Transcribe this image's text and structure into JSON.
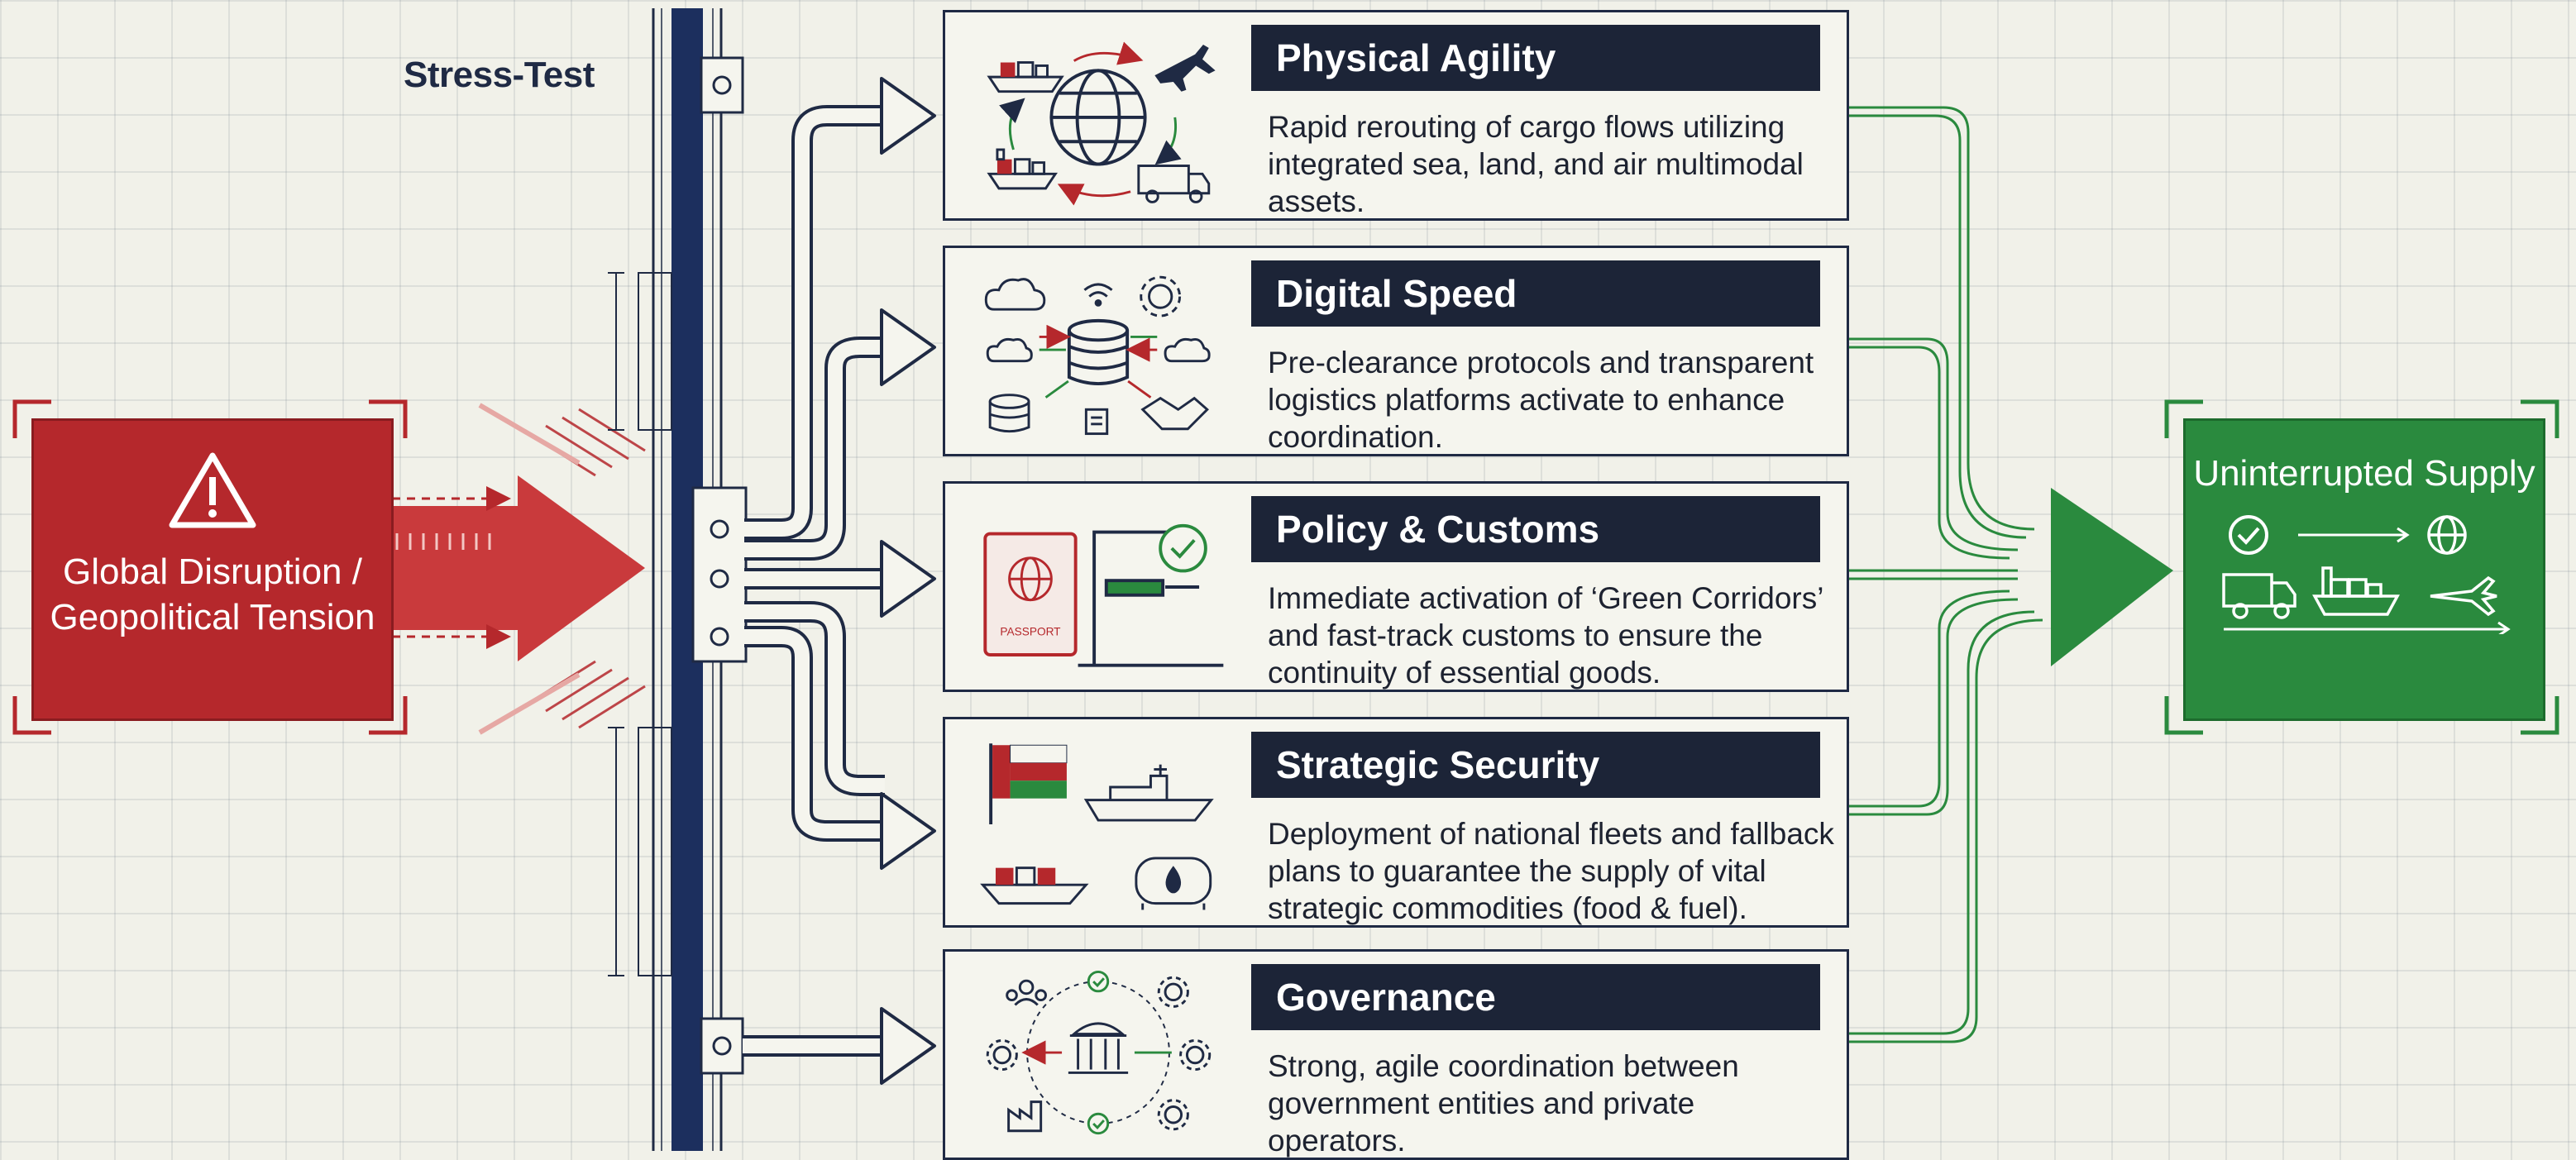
{
  "stress_test_label": "Stress-Test",
  "disruption": {
    "label": "Global Disruption / Geopolitical Tension",
    "icon": "warning-triangle-icon"
  },
  "outcome": {
    "label": "Uninterrupted Supply",
    "icons": [
      "check-circle-icon",
      "globe-icon",
      "truck-icon",
      "cargo-ship-icon",
      "airplane-icon"
    ]
  },
  "pillars": [
    {
      "title": "Physical Agility",
      "description": "Rapid rerouting of cargo flows utilizing integrated sea, land, and air multimodal assets."
    },
    {
      "title": "Digital Speed",
      "description": "Pre-clearance protocols and transparent logistics platforms activate to enhance coordination."
    },
    {
      "title": "Policy & Customs",
      "description": "Immediate activation of ‘Green Corridors’ and fast-track customs to ensure the continuity of essential goods.",
      "passport_text": "PASSPORT"
    },
    {
      "title": "Strategic Security",
      "description": "Deployment of national fleets and fallback plans to guarantee the supply of vital strategic commodities (food & fuel)."
    },
    {
      "title": "Governance",
      "description": "Strong, agile coordination between government entities and private operators."
    }
  ],
  "colors": {
    "alarm_red": "#b5282c",
    "success_green": "#2a8a3e",
    "navy": "#1c2437",
    "paper": "#f1f1e9"
  }
}
